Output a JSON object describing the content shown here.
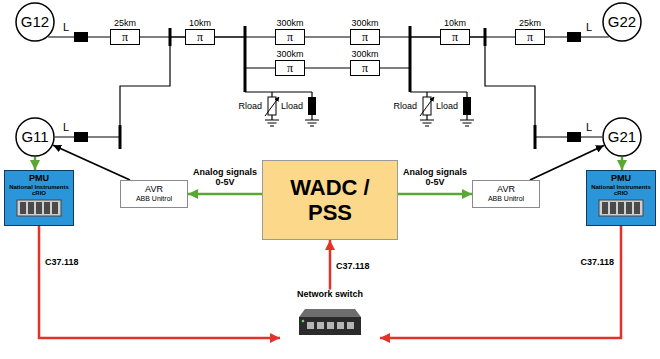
{
  "diagram": {
    "nodes": [
      {
        "text": [
          "G12"
        ]
      },
      {
        "text": [
          "25km",
          "π"
        ]
      },
      {
        "text": [
          "10km",
          "π"
        ]
      },
      {
        "text": [
          "300km",
          "π"
        ]
      },
      {
        "text": [
          "300km",
          "π"
        ]
      },
      {
        "text": [
          "10km",
          "π"
        ]
      },
      {
        "text": [
          "25km",
          "π"
        ]
      },
      {
        "text": [
          "G22"
        ]
      },
      {
        "text": [
          "300km",
          "π"
        ]
      },
      {
        "text": [
          "300km",
          "π"
        ]
      },
      {
        "text": [
          "G11"
        ]
      },
      {
        "text": [
          "G21"
        ]
      },
      {
        "text": [
          "PMU",
          "National Instruments",
          "cRIO"
        ]
      },
      {
        "text": [
          "AVR",
          "ABB Unitrol"
        ]
      },
      {
        "text": [
          "WADC / PSS"
        ]
      },
      {
        "text": [
          "AVR",
          "ABB Unitrol"
        ]
      },
      {
        "text": [
          "PMU",
          "National Instruments",
          "cRIO"
        ]
      },
      {
        "text": [
          "Network switch"
        ]
      }
    ],
    "edges": [
      {
        "from": 0,
        "to": 1,
        "arrow": "none"
      },
      {
        "from": 1,
        "to": 2,
        "arrow": "none"
      },
      {
        "from": 10,
        "to": 2,
        "arrow": "none"
      },
      {
        "from": 2,
        "to": 3,
        "arrow": "none"
      },
      {
        "from": 2,
        "to": 8,
        "arrow": "none"
      },
      {
        "from": 3,
        "to": 4,
        "arrow": "none"
      },
      {
        "from": 8,
        "to": 9,
        "arrow": "none"
      },
      {
        "from": 4,
        "to": 5,
        "arrow": "none"
      },
      {
        "from": 9,
        "to": 5,
        "arrow": "none"
      },
      {
        "from": 5,
        "to": 6,
        "arrow": "none"
      },
      {
        "from": 11,
        "to": 5,
        "arrow": "none"
      },
      {
        "from": 6,
        "to": 7,
        "arrow": "none"
      },
      {
        "from": 10,
        "to": 12,
        "arrow": "to"
      },
      {
        "from": 11,
        "to": 16,
        "arrow": "to"
      },
      {
        "from": 14,
        "to": 13,
        "arrow": "to"
      },
      {
        "from": 14,
        "to": 15,
        "arrow": "to"
      },
      {
        "from": 13,
        "to": 10,
        "arrow": "to"
      },
      {
        "from": 15,
        "to": 11,
        "arrow": "to"
      },
      {
        "from": 12,
        "to": 17,
        "arrow": "to"
      },
      {
        "from": 16,
        "to": 17,
        "arrow": "to"
      },
      {
        "from": 17,
        "to": 14,
        "arrow": "to"
      }
    ],
    "labels": [
      "L",
      "L",
      "Rload",
      "Lload",
      "Rload",
      "Lload",
      "L",
      "L",
      "Analog signals 0-5V",
      "Analog signals 0-5V",
      "C37.118",
      "C37.118",
      "C37.118"
    ]
  }
}
